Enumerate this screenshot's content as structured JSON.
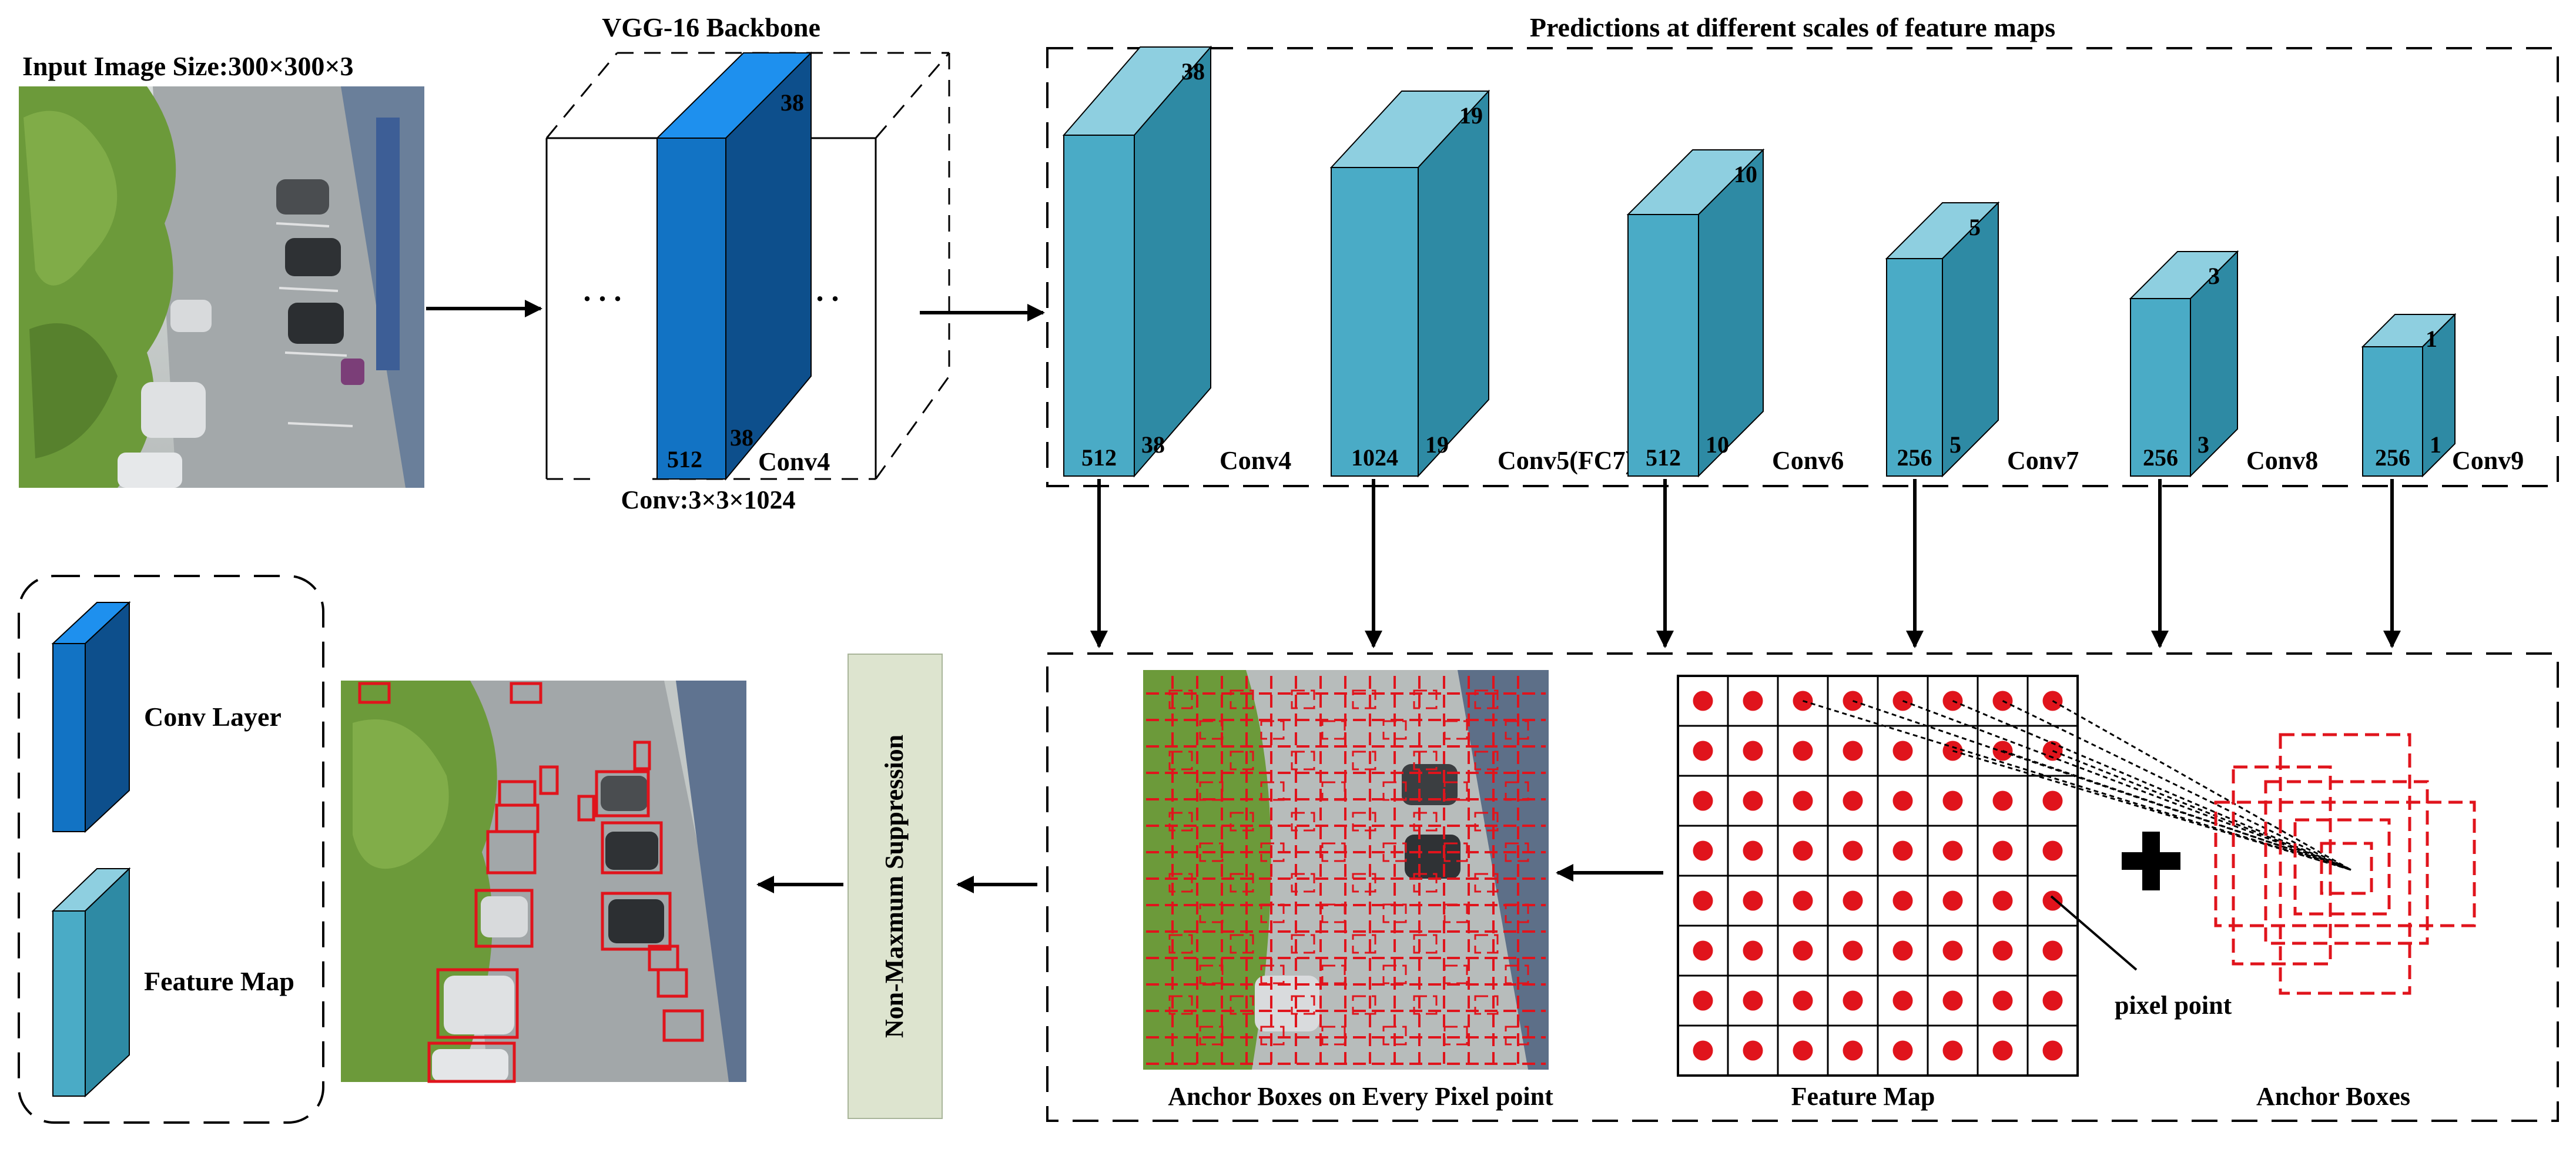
{
  "texts": {
    "input_label": "Input Image Size:300×300×3",
    "vgg_title": "VGG-16 Backbone",
    "vgg_depth": "512",
    "vgg_side": "38",
    "vgg_top": "38",
    "vgg_conv_name": "Conv4",
    "vgg_conv_kernel": "Conv:3×3×1024",
    "dots_left": ". . .",
    "dots_right": ". . .",
    "pred_title": "Predictions at different scales of feature maps",
    "legend_conv": "Conv Layer",
    "legend_feature": "Feature Map",
    "nms_label": "Non-Maxmum Suppression",
    "anchor_caption": "Anchor Boxes on Every Pixel point",
    "feature_caption": "Feature Map",
    "anchorboxes_caption": "Anchor Boxes",
    "pixel_point": "pixel point",
    "plus": "+"
  },
  "feature_maps": [
    {
      "depth": "512",
      "side": "38",
      "top": "38",
      "name": "Conv4"
    },
    {
      "depth": "1024",
      "side": "19",
      "top": "19",
      "name": "Conv5(FC7)"
    },
    {
      "depth": "512",
      "side": "10",
      "top": "10",
      "name": "Conv6"
    },
    {
      "depth": "256",
      "side": "5",
      "top": "5",
      "name": "Conv7"
    },
    {
      "depth": "256",
      "side": "3",
      "top": "3",
      "name": "Conv8"
    },
    {
      "depth": "256",
      "side": "1",
      "top": "1",
      "name": "Conv9"
    }
  ],
  "colors": {
    "conv_front": "#1273c4",
    "conv_side": "#0d4f8c",
    "conv_top": "#1e90ee",
    "fm_front": "#4aabc6",
    "fm_side": "#2e8aa4",
    "fm_top": "#8ecfe0",
    "red": "#e0141c",
    "nms_bg": "#dde4cf",
    "tree": "#6e9a3c",
    "road": "#9ea5a8"
  }
}
